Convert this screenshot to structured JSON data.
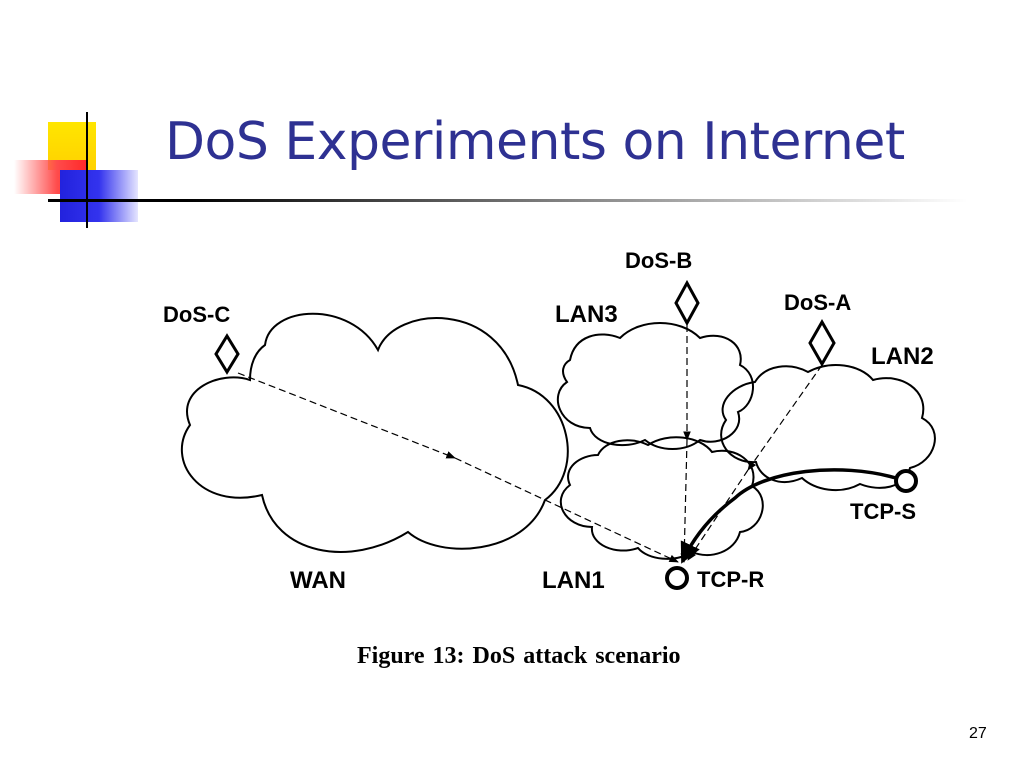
{
  "slide": {
    "title": "DoS Experiments on Internet",
    "page_number": "27"
  },
  "figure": {
    "caption": "Figure 13:  DoS attack scenario",
    "nodes": {
      "dos_a": "DoS-A",
      "dos_b": "DoS-B",
      "dos_c": "DoS-C",
      "tcp_s": "TCP-S",
      "tcp_r": "TCP-R"
    },
    "networks": {
      "wan": "WAN",
      "lan1": "LAN1",
      "lan2": "LAN2",
      "lan3": "LAN3"
    }
  },
  "colors": {
    "title": "#2e3192",
    "deco_yellow": "#ffd800",
    "deco_red": "#ff3333",
    "deco_blue": "#2222dd"
  }
}
